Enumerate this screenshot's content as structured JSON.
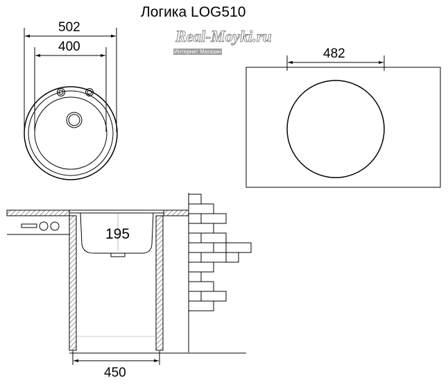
{
  "title": "Логика LOG510",
  "watermark": {
    "name": "Real-Moyki.ru",
    "subtitle": "Интернет Магазин"
  },
  "dimensions": {
    "outer_diameter": "502",
    "bowl_diameter": "400",
    "cutout_diameter": "482",
    "depth": "195",
    "cabinet_width": "450"
  }
}
